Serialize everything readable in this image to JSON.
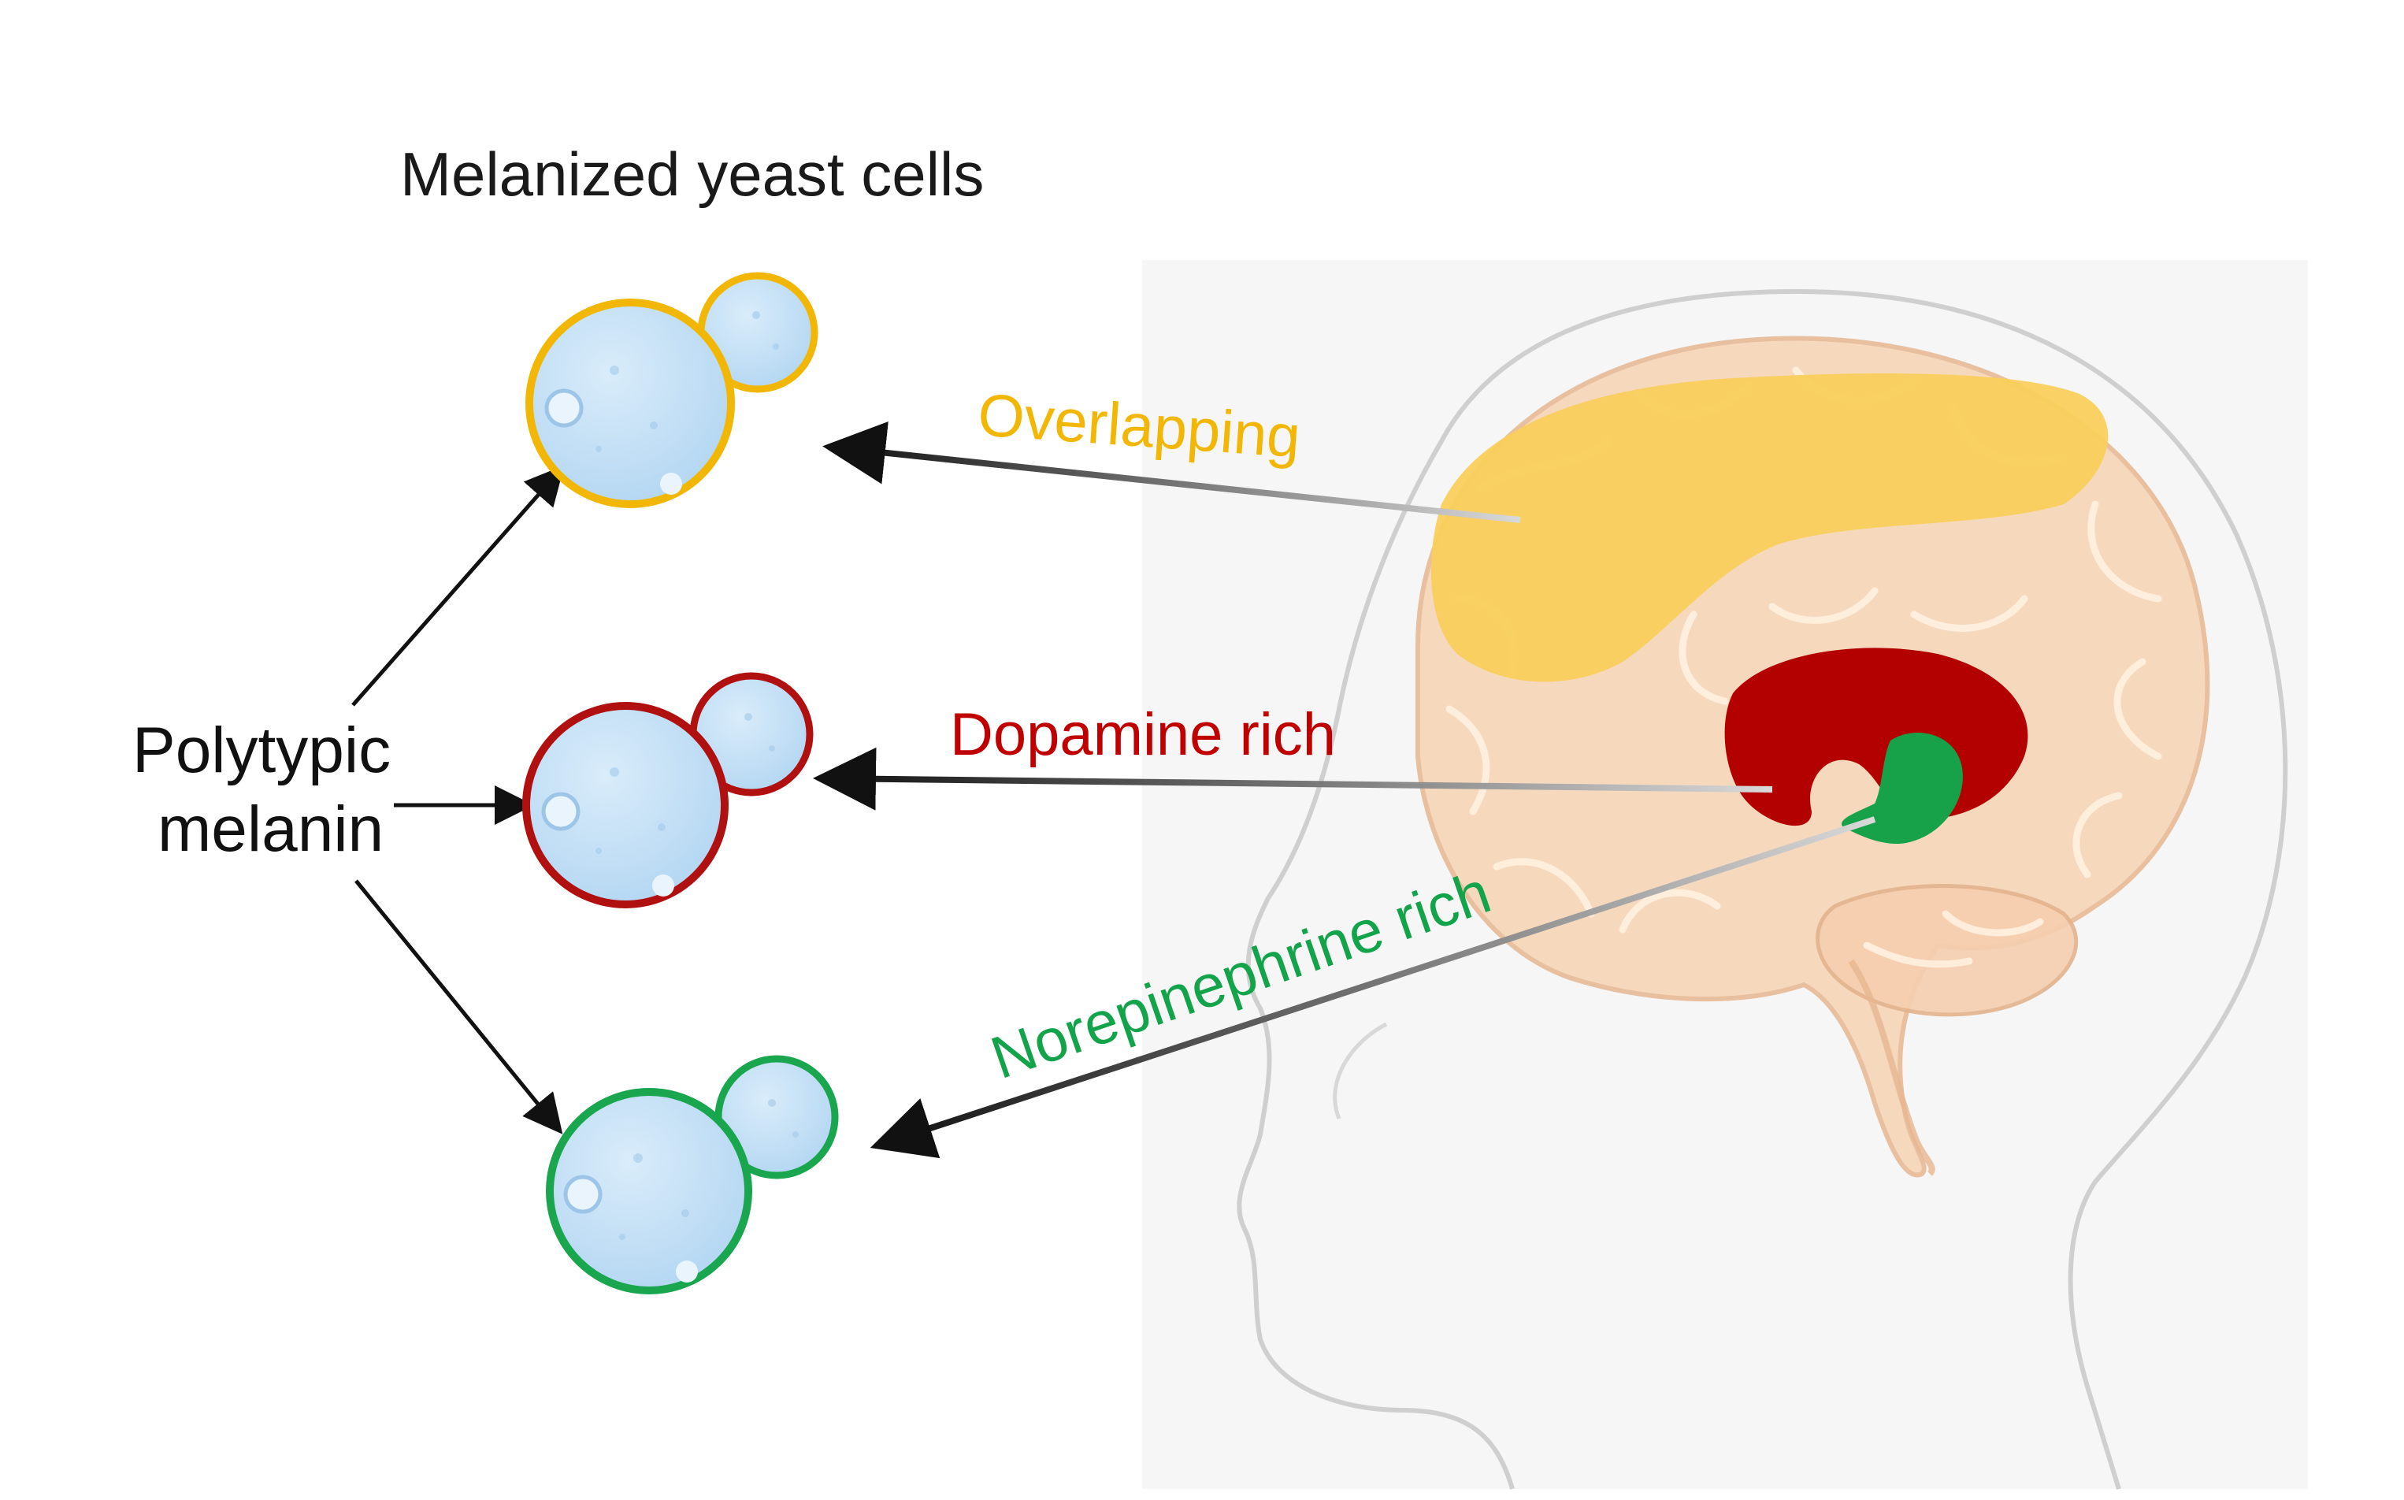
{
  "title": "Melanized yeast cells",
  "source": {
    "line1": "Polytypic",
    "line2": "melanin"
  },
  "regions": [
    {
      "id": "overlapping",
      "label": "Overlapping",
      "color": "#F2B705",
      "cell_color": "#F2B705"
    },
    {
      "id": "dopamine",
      "label": "Dopamine rich",
      "color": "#C00000",
      "cell_color": "#B01010"
    },
    {
      "id": "norepinephrine",
      "label": "Norepinephrine rich",
      "color": "#13A34B",
      "cell_color": "#1AA54F"
    }
  ],
  "colors": {
    "cell_fill": "#C9E2F6",
    "cell_detail": "#9CC5E8",
    "brain_fill": "#F7D3B4",
    "brain_fold": "#FBE6CF",
    "head_outline": "#C8C8C8",
    "overlap_region": "#F9CF5C",
    "dopamine_region": "#B30000",
    "norepinephrine_region": "#17A148",
    "arrow": "#111111"
  }
}
